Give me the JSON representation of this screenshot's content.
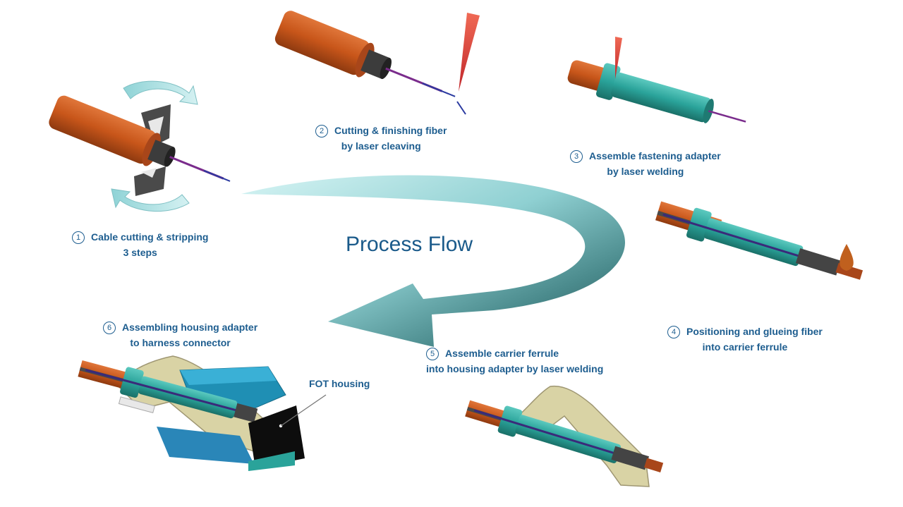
{
  "title": "Process Flow",
  "steps": [
    {
      "number": "1",
      "line1": "Cable cutting & stripping",
      "line2": "3 steps"
    },
    {
      "number": "2",
      "line1": "Cutting & finishing fiber",
      "line2": "by laser cleaving"
    },
    {
      "number": "3",
      "line1": "Assemble fastening adapter",
      "line2": "by laser welding"
    },
    {
      "number": "4",
      "line1": "Positioning and glueing fiber",
      "line2": "into carrier ferrule"
    },
    {
      "number": "5",
      "line1": "Assemble carrier ferrule",
      "line2": "into housing adapter by laser welding"
    },
    {
      "number": "6",
      "line1": "Assembling housing adapter",
      "line2": "to harness connector"
    }
  ],
  "callouts": {
    "fot_housing": "FOT housing"
  },
  "colors": {
    "label_text": "#1d5d8f",
    "cable_jacket": "#c8561a",
    "adapter_teal": "#2aa39a",
    "housing_beige": "#d9d3a5",
    "laser_red": "#e0443a",
    "fiber_purple": "#7a2c8c",
    "arrow_light": "#c8eeee",
    "arrow_dark": "#2a5252"
  },
  "icons": [
    "rotation-arrow-icon",
    "cutting-blade-icon",
    "laser-beam-icon",
    "glue-drop-icon",
    "process-flow-arrow"
  ]
}
